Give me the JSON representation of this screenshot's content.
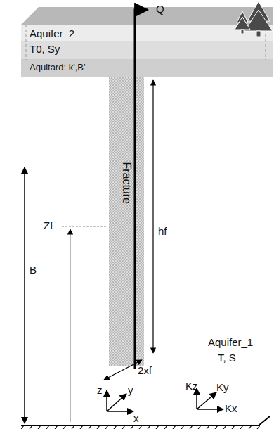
{
  "diagram": {
    "nodes": [
      {
        "text": [
          "Aquifer_2",
          "T0, Sy"
        ]
      },
      {
        "text": [
          "Aquitard: k',B'"
        ]
      },
      {
        "text": [
          "Fracture"
        ]
      }
    ],
    "labels": [
      "Q",
      "hf",
      "Zf",
      "B",
      "2xf",
      "Aquifer_1",
      "T, S",
      "z",
      "y",
      "x",
      "Kz",
      "Ky",
      "Kx"
    ]
  }
}
